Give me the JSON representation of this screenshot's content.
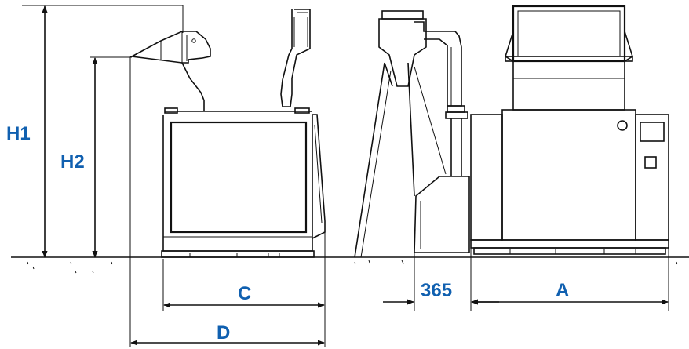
{
  "dimensions": {
    "h1": "H1",
    "h2": "H2",
    "c": "C",
    "d": "D",
    "side_width": "365",
    "a": "A"
  },
  "colors": {
    "label": "#1060b0",
    "line": "#111111"
  }
}
